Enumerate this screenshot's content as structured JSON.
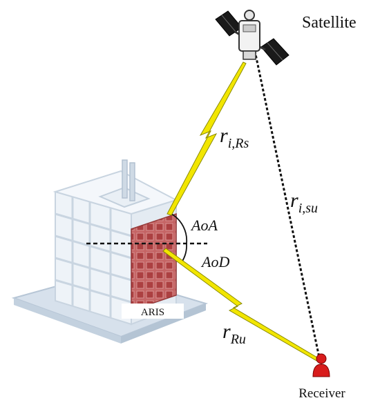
{
  "labels": {
    "satellite": "Satellite",
    "receiver": "Receiver",
    "aris": "ARIS",
    "aoa": "AoA",
    "aod": "AoD"
  },
  "links": {
    "r_i_rs": {
      "base": "r",
      "sub": "i,Rs"
    },
    "r_i_su": {
      "base": "r",
      "sub": "i,su"
    },
    "r_ru": {
      "base": "r",
      "sub": "Ru"
    }
  },
  "colors": {
    "lightning": "#f2e600",
    "aris_panel": "#b03a3a",
    "receiver": "#d81c1c",
    "building": "#dfe7ef"
  },
  "icons": {
    "satellite": "satellite-icon",
    "receiver": "receiver-icon",
    "building": "building-icon"
  }
}
